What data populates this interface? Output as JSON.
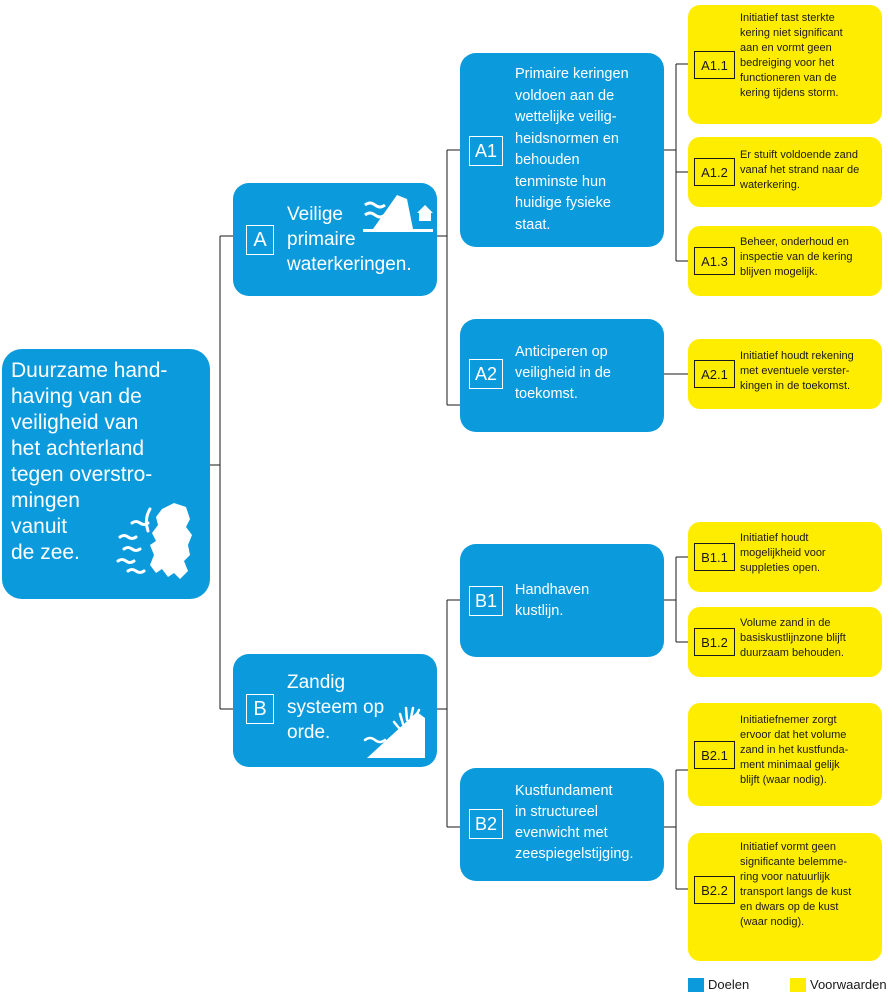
{
  "colors": {
    "goal": "#0b9bdc",
    "condition": "#ffed00"
  },
  "root": {
    "text": "Duurzame hand-\nhaving van de\nveiligheid van\nhet achterland\ntegen overstro-\nmingen\nvanuit\nde zee.",
    "icon": "netherlands-map-waves-icon"
  },
  "goals": {
    "A": {
      "code": "A",
      "text": "Veilige\nprimaire\nwaterkeringen.",
      "icon": "dune-house-icon"
    },
    "B": {
      "code": "B",
      "text": "Zandig\nsysteem op\norde.",
      "icon": "sand-dune-waves-icon"
    },
    "A1": {
      "code": "A1",
      "text": "Primaire keringen\nvoldoen aan de\nwettelijke veilig-\nheidsnormen en\nbehouden\ntenminste hun\nhuidige fysieke\nstaat."
    },
    "A2": {
      "code": "A2",
      "text": "Anticiperen op\nveiligheid in de\ntoekomst."
    },
    "B1": {
      "code": "B1",
      "text": "Handhaven\nkustlijn."
    },
    "B2": {
      "code": "B2",
      "text": "Kustfundament\n in structureel\nevenwicht met\nzeespiegelstijging."
    }
  },
  "conditions": {
    "A11": {
      "code": "A1.1",
      "text": "Initiatief tast sterkte\nkering niet significant\naan en vormt geen\nbedreiging voor het\nfunctioneren van de\nkering tijdens storm."
    },
    "A12": {
      "code": "A1.2",
      "text": "Er stuift voldoende zand\nvanaf het strand naar de\nwaterkering."
    },
    "A13": {
      "code": "A1.3",
      "text": "Beheer, onderhoud en\ninspectie van de kering\nblijven mogelijk."
    },
    "A21": {
      "code": "A2.1",
      "text": "Initiatief houdt rekening\nmet eventuele verster-\nkingen in de toekomst."
    },
    "B11": {
      "code": "B1.1",
      "text": "Initiatief houdt\nmogelijkheid voor\nsuppleties open."
    },
    "B12": {
      "code": "B1.2",
      "text": "Volume zand in de\nbasiskustlijnzone blijft\nduurzaam behouden."
    },
    "B21": {
      "code": "B2.1",
      "text": "Initiatiefnemer zorgt\nervoor dat het volume\nzand in het kustfunda-\nment minimaal gelijk\nblijft (waar nodig)."
    },
    "B22": {
      "code": "B2.2",
      "text": "Initiatief vormt geen\nsignificante belemme-\nring voor natuurlijk\ntransport langs de kust\nen dwars op de kust\n(waar nodig)."
    }
  },
  "legend": {
    "goal_label": "Doelen",
    "condition_label": "Voorwaarden"
  }
}
